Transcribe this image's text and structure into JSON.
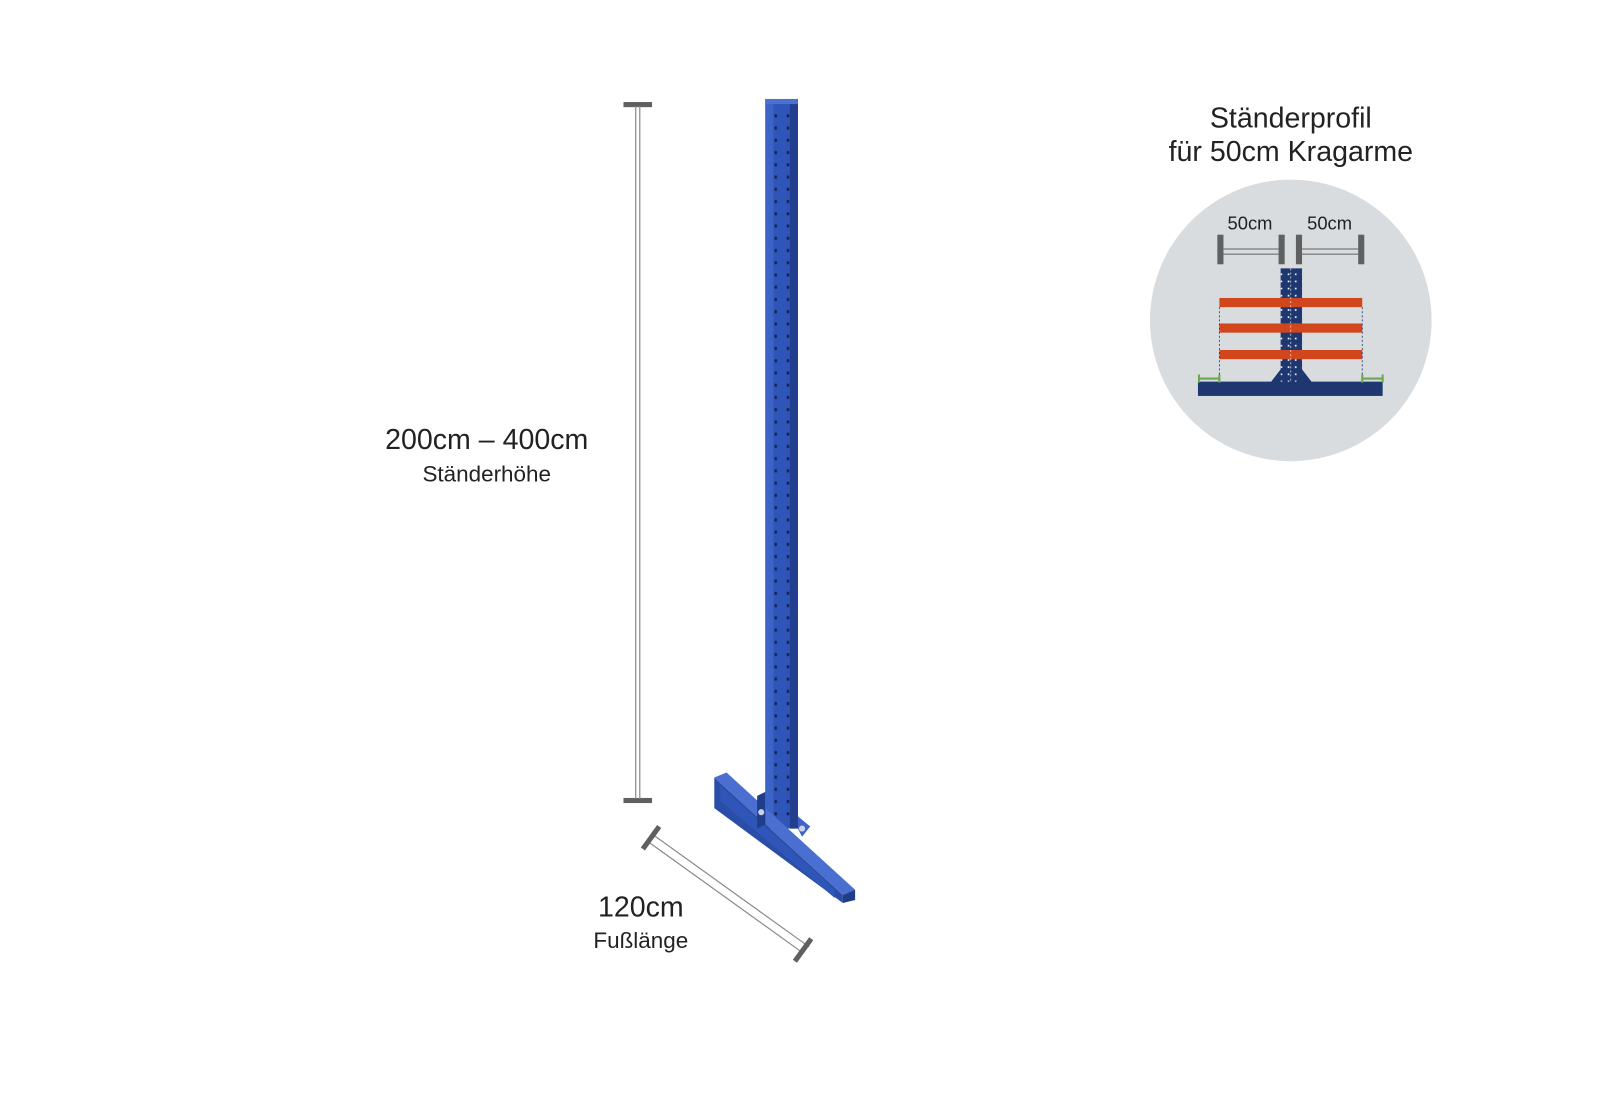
{
  "height_dimension": {
    "value": "200cm – 400cm",
    "label": "Ständerhöhe"
  },
  "foot_dimension": {
    "value": "120cm",
    "label": "Fußlänge"
  },
  "profile": {
    "title_line1": "Ständerprofil",
    "title_line2": "für 50cm Kragarme",
    "left_arm": "50cm",
    "right_arm": "50cm"
  },
  "colors": {
    "upright": "#2f55b8",
    "upright_dark": "#1f3d8a",
    "profile_navy": "#1e3770",
    "arm_orange": "#d2461e",
    "circle_bg": "#d9dcdf",
    "dimension_gray": "#5f6062",
    "end_stop_green": "#6aa84f"
  }
}
